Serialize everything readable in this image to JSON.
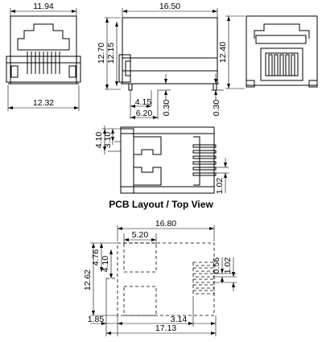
{
  "dimensions": {
    "front_width": "11.94",
    "front_base_width": "12.32",
    "side_length": "16.50",
    "side_height_total": "12.70",
    "side_height_body": "12.15",
    "side_pin_offset": "4.15",
    "side_base_length": "6.20",
    "side_standoff_left": "0.30",
    "side_standoff_right": "0.30",
    "rear_height": "12.40",
    "top_offset_a": "4.10",
    "top_offset_b": "3.10",
    "top_pin_pitch": "1.02",
    "pcb_overall_length": "16.80",
    "pcb_pad_width": "5.20",
    "pcb_offset_a": "4.76",
    "pcb_offset_b": "4.10",
    "pcb_height": "12.62",
    "pcb_pad_size": "0.56",
    "pcb_pin_pitch": "1.02",
    "pcb_left_margin": "1.85",
    "pcb_pin_row_offset": "3.14",
    "pcb_total_length": "17.13"
  },
  "pcb_heading": "PCB Layout / Top View"
}
